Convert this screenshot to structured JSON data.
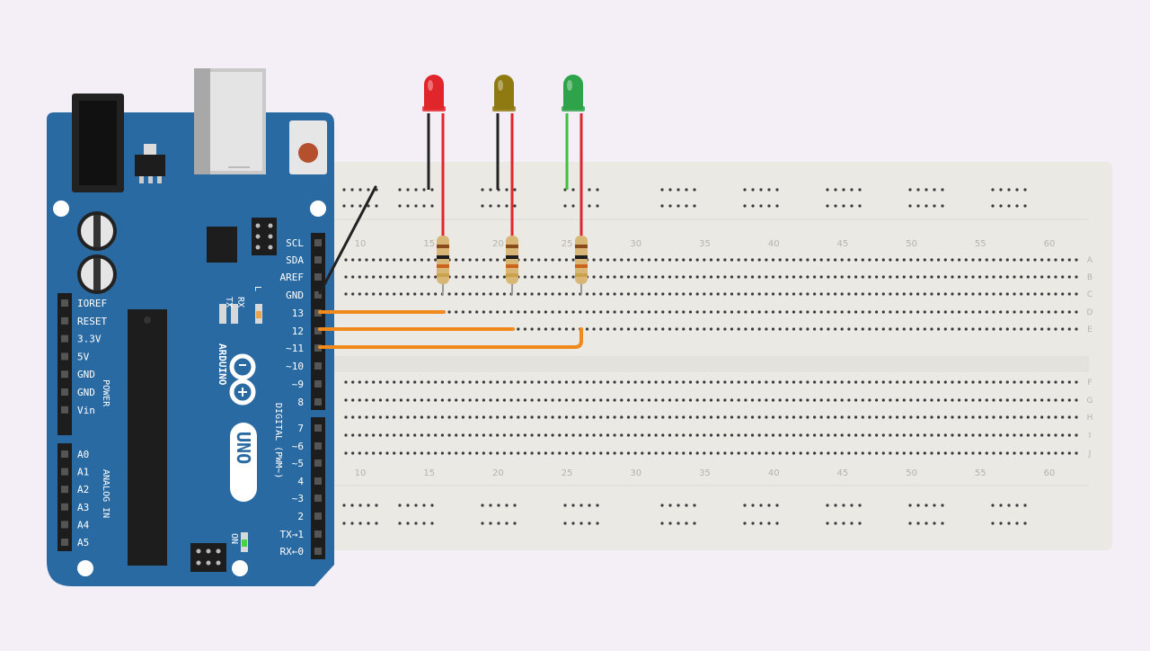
{
  "colors": {
    "background": "#f4eef7",
    "board": "#2a6aa3",
    "board_dark": "#1f5486",
    "breadboard": "#ebe9e4",
    "wire_orange": "#f08a1c",
    "wire_black": "#222222",
    "wire_red": "#e0262b",
    "wire_green": "#3fbf3f",
    "led_red": "#e0262b",
    "led_yellow": "#8f7a12",
    "led_green": "#2fa34a"
  },
  "breadboard": {
    "column_numbers": [
      "10",
      "15",
      "20",
      "25",
      "30",
      "35",
      "40",
      "45",
      "50",
      "55",
      "60"
    ],
    "row_letters_top": [
      "A",
      "B",
      "C",
      "D",
      "E"
    ],
    "row_letters_bottom": [
      "F",
      "G",
      "H",
      "I",
      "J"
    ]
  },
  "arduino": {
    "brand": "ARDUINO",
    "model": "UNO",
    "leds": {
      "tx": "TX",
      "rx": "RX",
      "l": "L",
      "on": "ON"
    },
    "digital_header_label": "DIGITAL (PWM~)",
    "power_header_label": "POWER",
    "analog_header_label": "ANALOG IN",
    "digital_pins": [
      "SCL",
      "SDA",
      "AREF",
      "GND",
      "13",
      "12",
      "~11",
      "~10",
      "~9",
      "8",
      "7",
      "~6",
      "~5",
      "4",
      "~3",
      "2",
      "TX→1",
      "RX←0"
    ],
    "power_pins": [
      "IOREF",
      "RESET",
      "3.3V",
      "5V",
      "GND",
      "GND",
      "Vin"
    ],
    "analog_pins": [
      "A0",
      "A1",
      "A2",
      "A3",
      "A4",
      "A5"
    ]
  },
  "components": {
    "leds": [
      {
        "name": "red-led",
        "color": "#e0262b",
        "anode_wire": "#e0262b",
        "cathode_wire": "#222222",
        "pin": "13"
      },
      {
        "name": "yellow-led",
        "color": "#8f7a12",
        "anode_wire": "#e0262b",
        "cathode_wire": "#222222",
        "pin": "12"
      },
      {
        "name": "green-led",
        "color": "#2fa34a",
        "anode_wire": "#e0262b",
        "cathode_wire": "#3fbf3f",
        "pin": "~11"
      }
    ]
  }
}
